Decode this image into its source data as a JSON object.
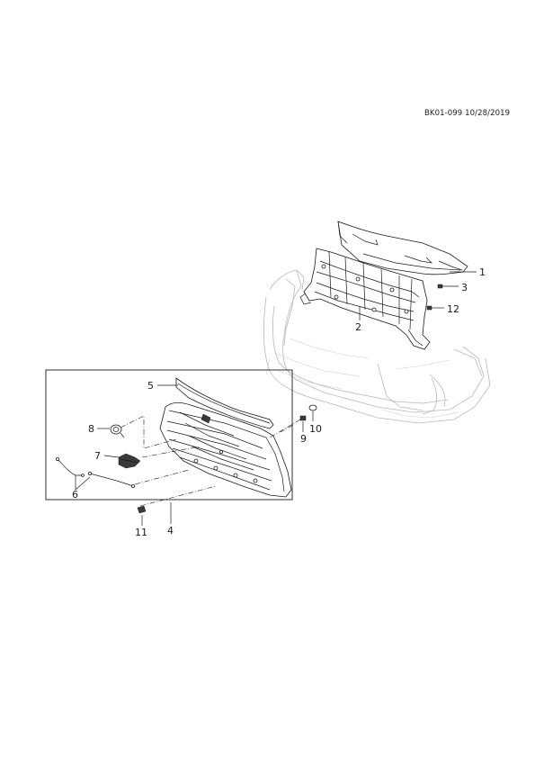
{
  "header": {
    "reference": "BK01-099 10/28/2019"
  },
  "callouts": {
    "c1": "1",
    "c2": "2",
    "c3": "3",
    "c4": "4",
    "c5": "5",
    "c6": "6",
    "c7": "7",
    "c8": "8",
    "c9": "9",
    "c10": "10",
    "c11": "11",
    "c12": "12"
  },
  "drawing": {
    "line_color": "#1a1a1a",
    "ghost_color": "#b8b8b8",
    "background": "#ffffff"
  }
}
